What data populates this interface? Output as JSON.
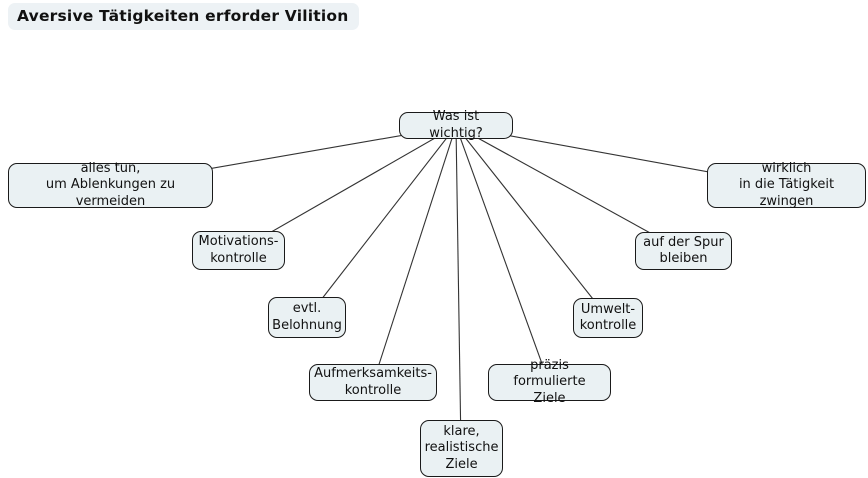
{
  "title": "Aversive Tätigkeiten erforder Vilition",
  "root": {
    "label": "Was ist wichtig?"
  },
  "children": [
    {
      "id": "alles-tun",
      "label": "alles tun,\num Ablenkungen zu vermeiden"
    },
    {
      "id": "motivationskontrolle",
      "label": "Motivations-\nkontrolle"
    },
    {
      "id": "evtl-belohnung",
      "label": "evtl.\nBelohnung"
    },
    {
      "id": "aufmerksamkeitskontrolle",
      "label": "Aufmerksamkeits-\nkontrolle"
    },
    {
      "id": "klare-realistische-ziele",
      "label": "klare,\nrealistische\nZiele"
    },
    {
      "id": "praezis-formulierte-ziele",
      "label": "präzis formulierte\nZiele"
    },
    {
      "id": "umweltkontrolle",
      "label": "Umwelt-\nkontrolle"
    },
    {
      "id": "auf-der-spur-bleiben",
      "label": "auf der Spur\nbleiben"
    },
    {
      "id": "wirklich-zwingen",
      "label": "wirklich\nin die Tätigkeit zwingen"
    }
  ],
  "colors": {
    "background": "#ffffff",
    "node_fill": "#eaf1f3",
    "node_border": "#1a1a1a",
    "edge": "#333333",
    "title_fill": "#edf2f5",
    "text": "#111111"
  }
}
